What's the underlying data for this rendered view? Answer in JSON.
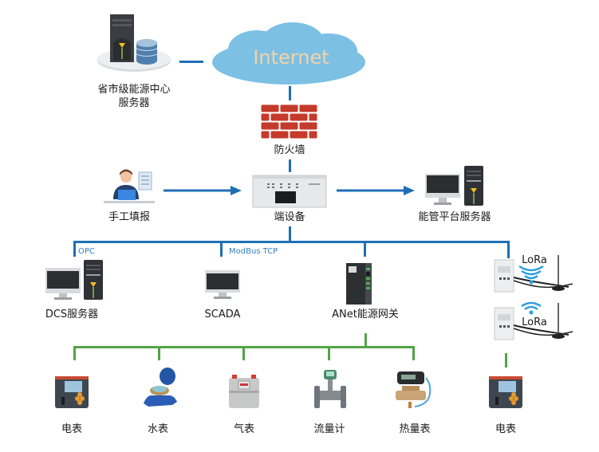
{
  "colors": {
    "blue_line": "#1f6fb5",
    "green_line": "#52a447",
    "cloud": "#7cc0e4",
    "internet_text": "#f5d2a6",
    "firewall": "#c0392b",
    "wifi": "#2c9ee0"
  },
  "top": {
    "provincial_server": {
      "icon": "server-database-icon",
      "label_line1": "省市级能源中心",
      "label_line2": "服务器"
    },
    "internet": {
      "icon": "cloud-icon",
      "label": "Internet"
    },
    "firewall": {
      "icon": "firewall-brick-icon",
      "label": "防火墙"
    }
  },
  "middle": {
    "manual_entry": {
      "icon": "person-laptop-icon",
      "label": "手工填报"
    },
    "end_device": {
      "icon": "rack-device-icon",
      "label": "端设备"
    },
    "platform_server": {
      "icon": "desktop-tower-icon",
      "label": "能管平台服务器"
    }
  },
  "protocols": {
    "opc": "OPC",
    "modbus": "ModBus TCP"
  },
  "branch": {
    "dcs": {
      "icon": "desktop-tower-icon",
      "label": "DCS服务器"
    },
    "scada": {
      "icon": "monitor-icon",
      "label": "SCADA"
    },
    "gateway": {
      "icon": "gateway-device-icon",
      "label": "ANet能源网关"
    },
    "lora1": {
      "icon": "lora-module-icon",
      "label": "LoRa"
    },
    "lora2": {
      "icon": "lora-module-icon",
      "label": "LoRa"
    }
  },
  "meters": [
    {
      "icon": "power-meter-icon",
      "label": "电表"
    },
    {
      "icon": "water-meter-icon",
      "label": "水表"
    },
    {
      "icon": "gas-meter-icon",
      "label": "气表"
    },
    {
      "icon": "flow-meter-icon",
      "label": "流量计"
    },
    {
      "icon": "heat-meter-icon",
      "label": "热量表"
    }
  ],
  "lora_meter": {
    "icon": "power-meter-icon",
    "label": "电表"
  }
}
